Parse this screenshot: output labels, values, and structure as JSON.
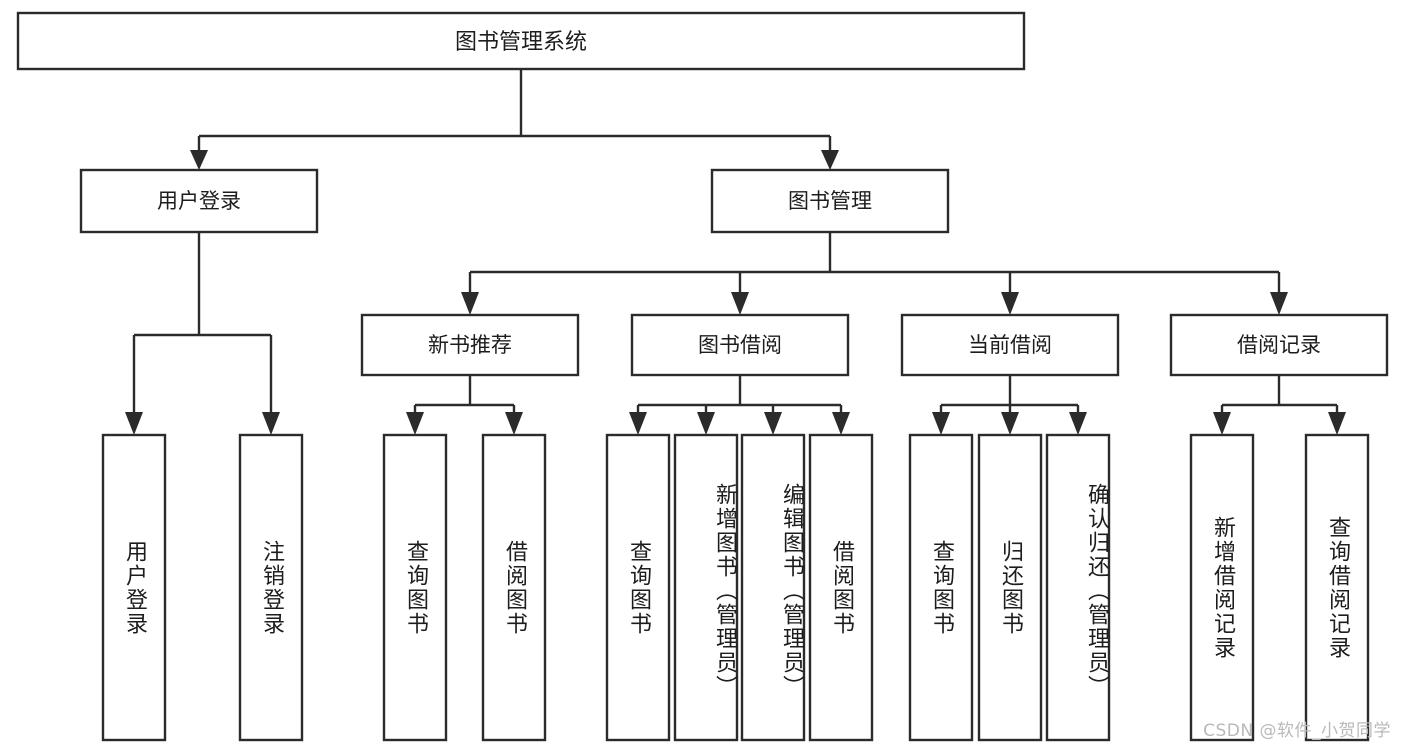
{
  "diagram": {
    "type": "tree-hierarchy",
    "title": "图书管理系统",
    "orientation": "top-down",
    "watermark": "CSDN @软件_小贺同学",
    "colors": {
      "box_stroke": "#2b2b2b",
      "box_fill": "#ffffff",
      "text": "#1d1d1d",
      "connector": "#2b2b2b",
      "watermark": "#b9b9b9"
    },
    "levels": {
      "root": {
        "label": "图书管理系统"
      },
      "level2": [
        {
          "id": "user-login",
          "label": "用户登录"
        },
        {
          "id": "book-manage",
          "label": "图书管理"
        }
      ],
      "level3": [
        {
          "id": "new-book-rec",
          "label": "新书推荐",
          "parent": "book-manage"
        },
        {
          "id": "book-borrow",
          "label": "图书借阅",
          "parent": "book-manage"
        },
        {
          "id": "current-borrow",
          "label": "当前借阅",
          "parent": "book-manage"
        },
        {
          "id": "borrow-record",
          "label": "借阅记录",
          "parent": "book-manage"
        }
      ],
      "leaves": {
        "user-login": [
          {
            "id": "leaf-user-login",
            "label": "用户登录"
          },
          {
            "id": "leaf-user-logout",
            "label": "注销登录"
          }
        ],
        "new-book-rec": [
          {
            "id": "leaf-query-book-1",
            "label": "查询图书"
          },
          {
            "id": "leaf-borrow-book-1",
            "label": "借阅图书"
          }
        ],
        "book-borrow": [
          {
            "id": "leaf-query-book-2",
            "label": "查询图书"
          },
          {
            "id": "leaf-add-book",
            "label": "新增图书（管理员）"
          },
          {
            "id": "leaf-edit-book",
            "label": "编辑图书（管理员）"
          },
          {
            "id": "leaf-borrow-book-2",
            "label": "借阅图书"
          }
        ],
        "current-borrow": [
          {
            "id": "leaf-query-book-3",
            "label": "查询图书"
          },
          {
            "id": "leaf-return-book",
            "label": "归还图书"
          },
          {
            "id": "leaf-confirm-return",
            "label": "确认归还（管理员）"
          }
        ],
        "borrow-record": [
          {
            "id": "leaf-add-record",
            "label": "新增借阅记录"
          },
          {
            "id": "leaf-query-record",
            "label": "查询借阅记录"
          }
        ]
      }
    }
  }
}
